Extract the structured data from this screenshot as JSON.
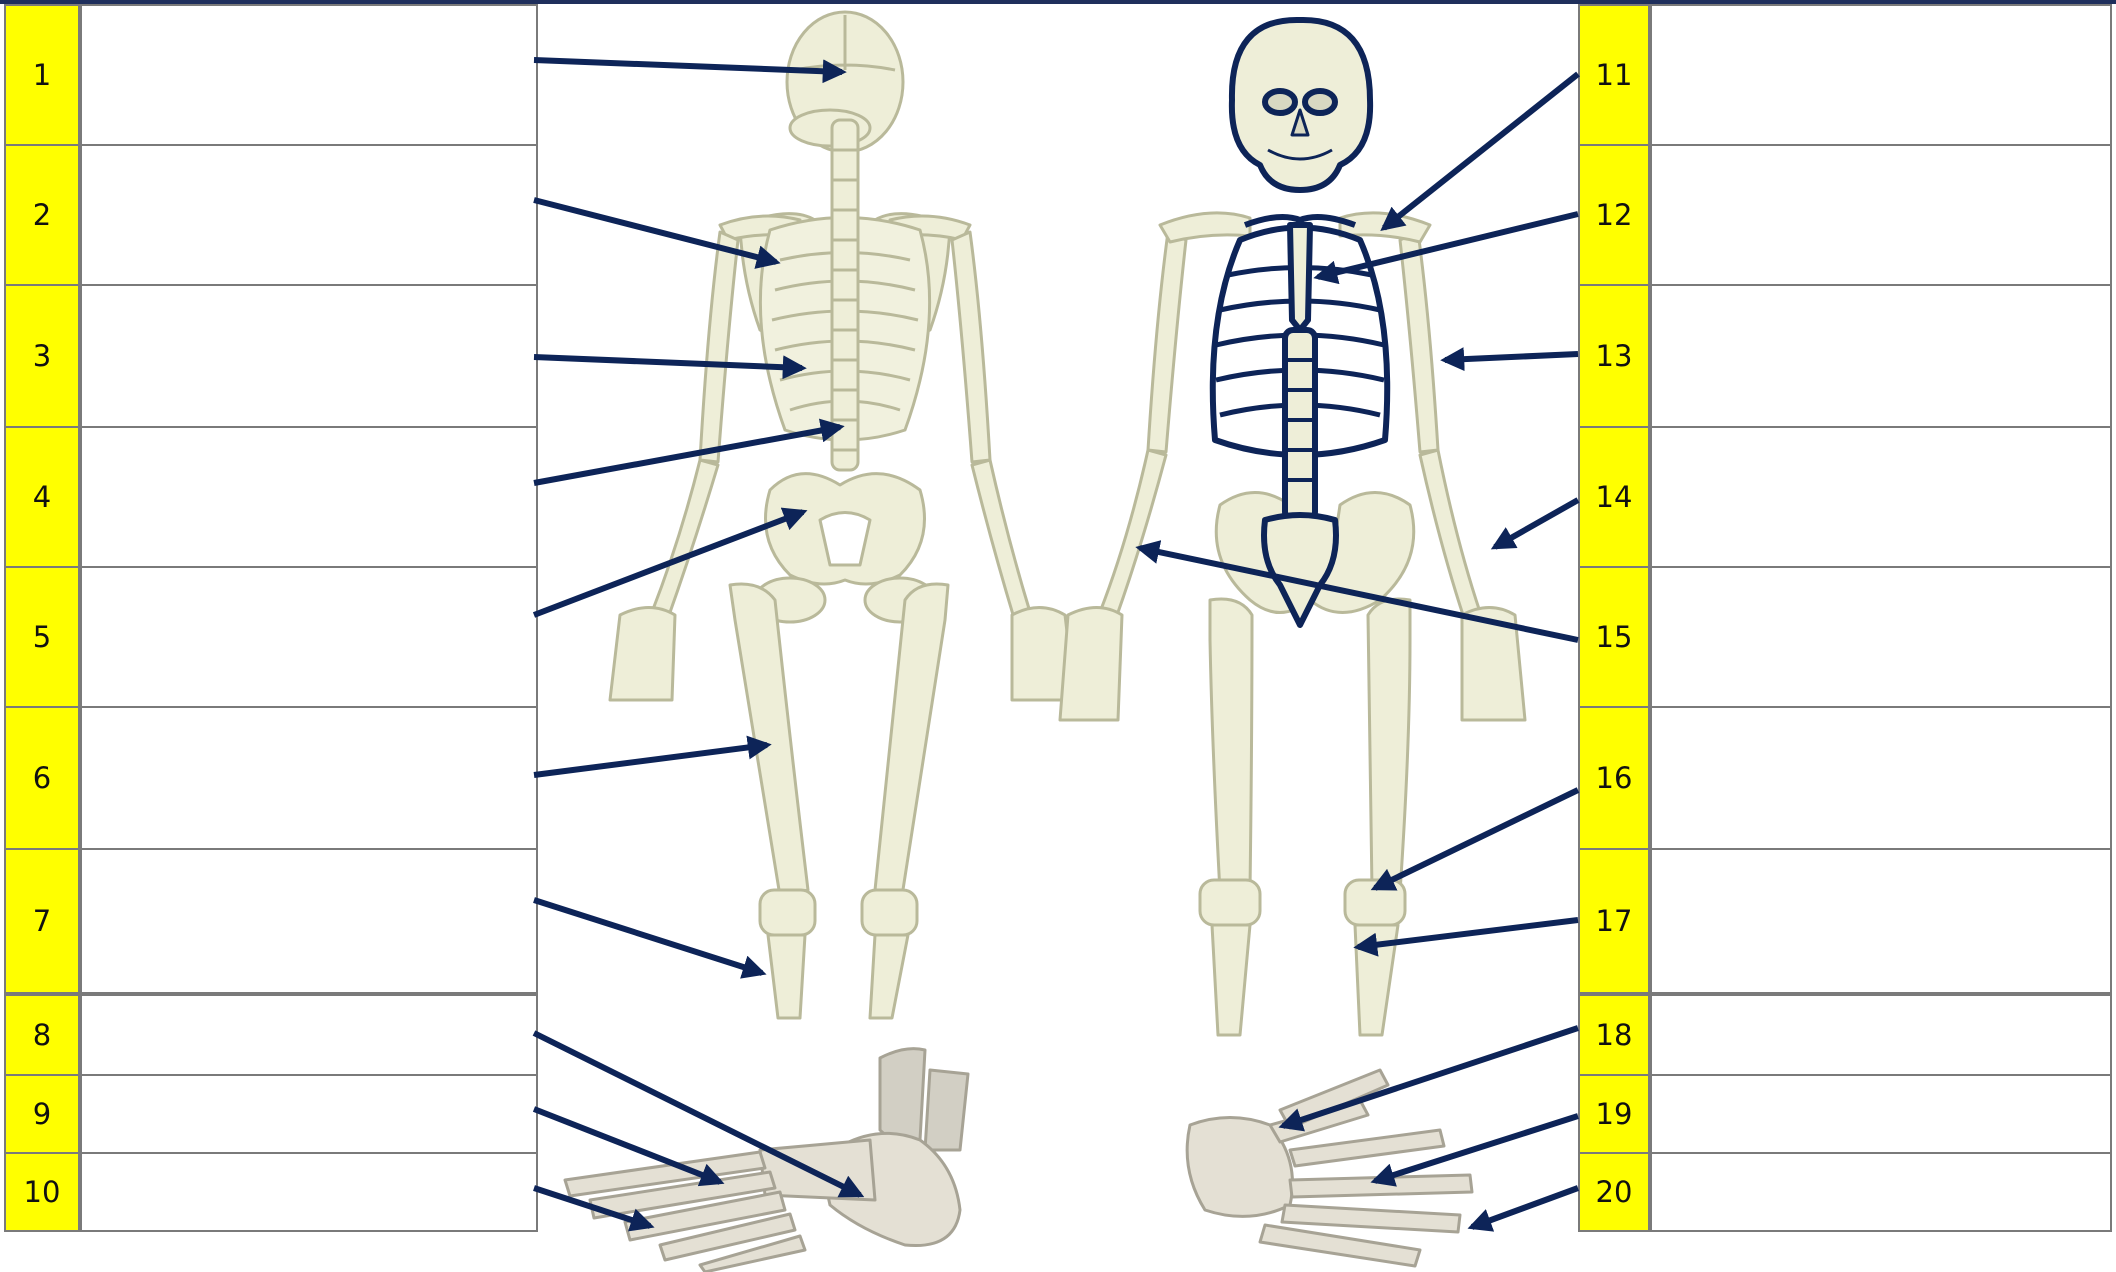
{
  "worksheet": {
    "left_labels": [
      "1",
      "2",
      "3",
      "4",
      "5",
      "6",
      "7",
      "8",
      "9",
      "10"
    ],
    "right_labels": [
      "11",
      "12",
      "13",
      "14",
      "15",
      "16",
      "17",
      "18",
      "19",
      "20"
    ],
    "answers_left": [
      "",
      "",
      "",
      "",
      "",
      "",
      "",
      "",
      "",
      ""
    ],
    "answers_right": [
      "",
      "",
      "",
      "",
      "",
      "",
      "",
      "",
      "",
      ""
    ]
  },
  "colors": {
    "label_fill": "#ffff00",
    "bone": "#eeeed8",
    "bone_outline": "#b9b99a",
    "highlight": "#0d2458",
    "arrow": "#0d2458",
    "grid": "#7a7a7a"
  },
  "icons": {
    "back_skeleton": "posterior-skeleton-illustration",
    "front_skeleton": "anterior-skeleton-illustration",
    "foot": "foot-bones-illustration",
    "hand": "hand-bones-illustration"
  }
}
